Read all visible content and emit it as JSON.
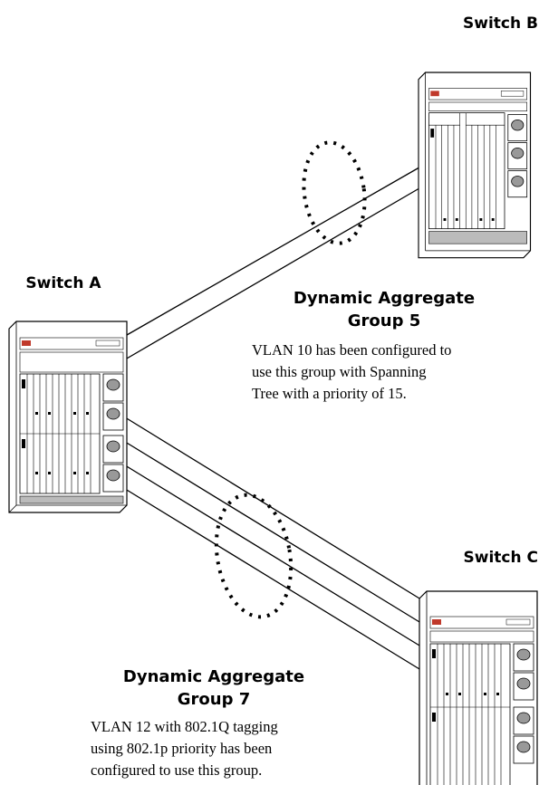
{
  "switches": {
    "a": {
      "label": "Switch A"
    },
    "b": {
      "label": "Switch B"
    },
    "c": {
      "label": "Switch C"
    }
  },
  "groups": [
    {
      "title_lines": [
        "Dynamic Aggregate",
        "Group 5"
      ],
      "description_lines": [
        "VLAN 10 has been configured to",
        "use this group with Spanning",
        "Tree with a priority of 15."
      ]
    },
    {
      "title_lines": [
        "Dynamic Aggregate",
        "Group 7"
      ],
      "description_lines": [
        "VLAN 12 with 802.1Q tagging",
        "using 802.1p priority has been",
        "configured to use this group."
      ]
    }
  ]
}
